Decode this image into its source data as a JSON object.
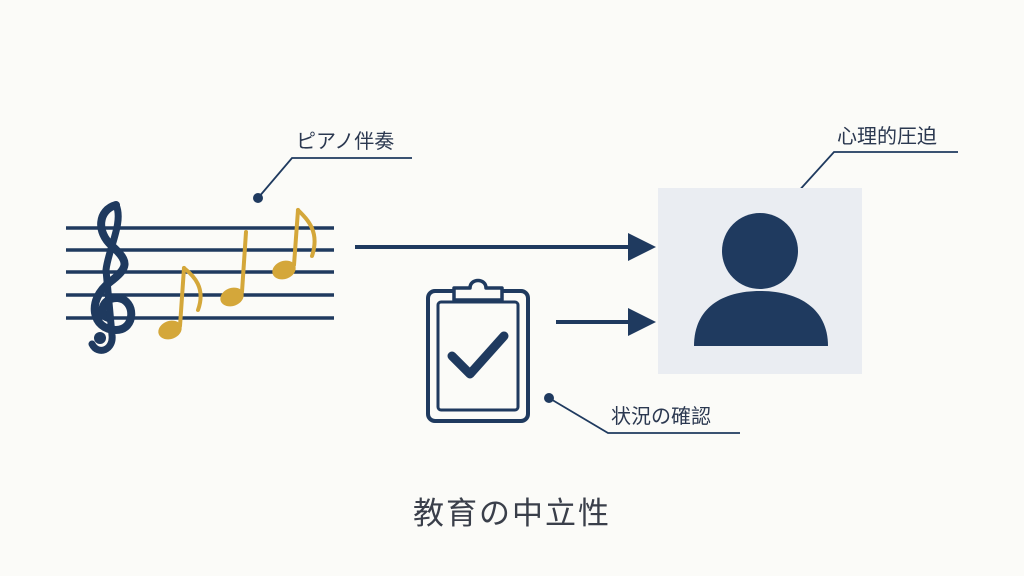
{
  "labels": {
    "piano": "ピアノ伴奏",
    "pressure": "心理的圧迫",
    "check": "状況の確認"
  },
  "caption": "教育の中立性",
  "icons": {
    "music": "treble-clef-staff-with-notes",
    "clipboard": "clipboard-checkmark",
    "person": "person-silhouette"
  },
  "colors": {
    "navy": "#1f3a5f",
    "gold": "#d4a73a",
    "panel": "#eaedf2",
    "background": "#fbfbf8",
    "text": "#2b3850"
  }
}
